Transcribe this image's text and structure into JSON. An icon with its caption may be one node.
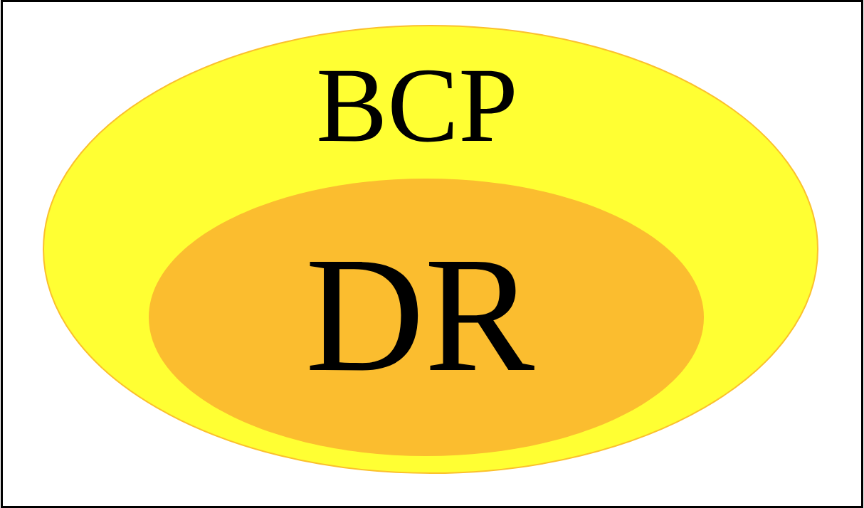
{
  "diagram": {
    "nodes": [
      {
        "text": [
          "BCP"
        ]
      },
      {
        "text": [
          "DR"
        ],
        "in": 0
      }
    ]
  }
}
